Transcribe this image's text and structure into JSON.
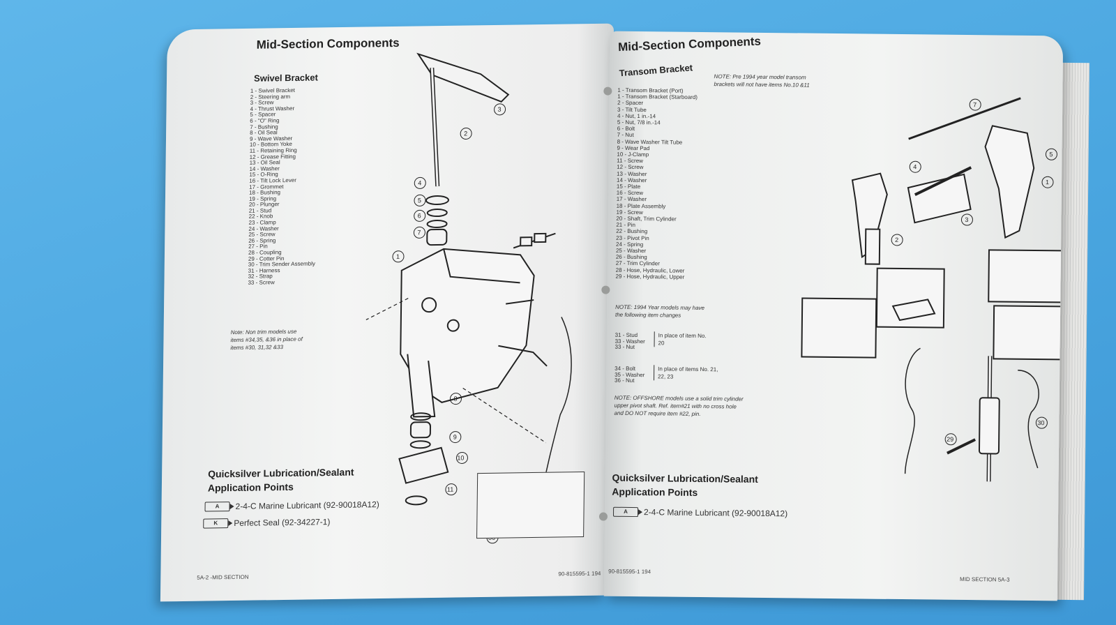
{
  "left_page": {
    "title": "Mid-Section Components",
    "subtitle": "Swivel Bracket",
    "parts": [
      "1 - Swivel Bracket",
      "2 - Steering arm",
      "3 - Screw",
      "4 - Thrust Washer",
      "5 - Spacer",
      "6 - \"O\" Ring",
      "7 - Bushing",
      "8 - Oil Seal",
      "9 - Wave Washer",
      "10 - Bottom Yoke",
      "11 - Retaining Ring",
      "12 - Grease Fitting",
      "13 - Oil Seal",
      "14 - Washer",
      "15 - O-Ring",
      "16 - Tilt Lock Lever",
      "17 - Grommet",
      "18 - Bushing",
      "19 - Spring",
      "20 - Plunger",
      "21 - Stud",
      "22 - Knob",
      "23 - Clamp",
      "24 - Washer",
      "25 - Screw",
      "26 - Spring",
      "27 - Pin",
      "28 - Coupling",
      "29 - Cotter Pin",
      "30 - Trim Sender Assembly",
      "31 - Harness",
      "32 - Strap",
      "33 - Screw"
    ],
    "note": "Note: Non trim models use items #34,35, &36 in place of items #30, 31,32 &33",
    "lub_title_1": "Quicksilver Lubrication/Sealant",
    "lub_title_2": "Application Points",
    "lub_items": [
      {
        "code": "A",
        "text": "2-4-C Marine Lubricant (92-90018A12)"
      },
      {
        "code": "K",
        "text": "Perfect Seal (92-34227-1)"
      }
    ],
    "footer_left": "5A-2 -MID SECTION",
    "footer_right": "90-815595-1 194"
  },
  "right_page": {
    "title": "Mid-Section Components",
    "subtitle": "Transom Bracket",
    "parts": [
      "1 - Transom Bracket (Port)",
      "1 - Transom Bracket (Starboard)",
      "2 - Spacer",
      "3 - Tilt Tube",
      "4 - Nut, 1 in.-14",
      "5 - Nut, 7/8 in.-14",
      "6 - Bolt",
      "7 - Nut",
      "8 - Wave Washer Tilt Tube",
      "9 - Wear Pad",
      "10 - J-Clamp",
      "11 - Screw",
      "12 - Screw",
      "13 - Washer",
      "14 - Washer",
      "15 - Plate",
      "16 - Screw",
      "17 - Washer",
      "18 - Plate Assembly",
      "19 - Screw",
      "20 - Shaft, Trim Cylinder",
      "21 - Pin",
      "22 - Bushing",
      "23 - Pivot Pin",
      "24 - Spring",
      "25 - Washer",
      "26 - Bushing",
      "27 - Trim Cylinder",
      "28 - Hose, Hydraulic, Lower",
      "29 - Hose, Hydraulic, Upper"
    ],
    "note_top": "NOTE: Pre 1994 year model transom brackets will not have items No.10 &11",
    "note_models": "NOTE: 1994 Year models may have the following item changes",
    "change_1_items": [
      "31 - Stud",
      "33 - Washer",
      "33 - Nut"
    ],
    "change_1_text": "In place of item No. 20",
    "change_2_items": [
      "34 - Bolt",
      "35 - Washer",
      "36 - Nut"
    ],
    "change_2_text": "In place of items No. 21, 22, 23",
    "note_offshore": "NOTE: OFFSHORE models use a solid trim cylinder upper pivot shaft. Ref. item#21 with no cross hole and DO NOT require item #22, pin.",
    "lub_title_1": "Quicksilver Lubrication/Sealant",
    "lub_title_2": "Application Points",
    "lub_items": [
      {
        "code": "A",
        "text": "2-4-C Marine Lubricant (92-90018A12)"
      }
    ],
    "footer_left": "90-815595-1 194",
    "footer_right": "MID SECTION 5A-3"
  }
}
